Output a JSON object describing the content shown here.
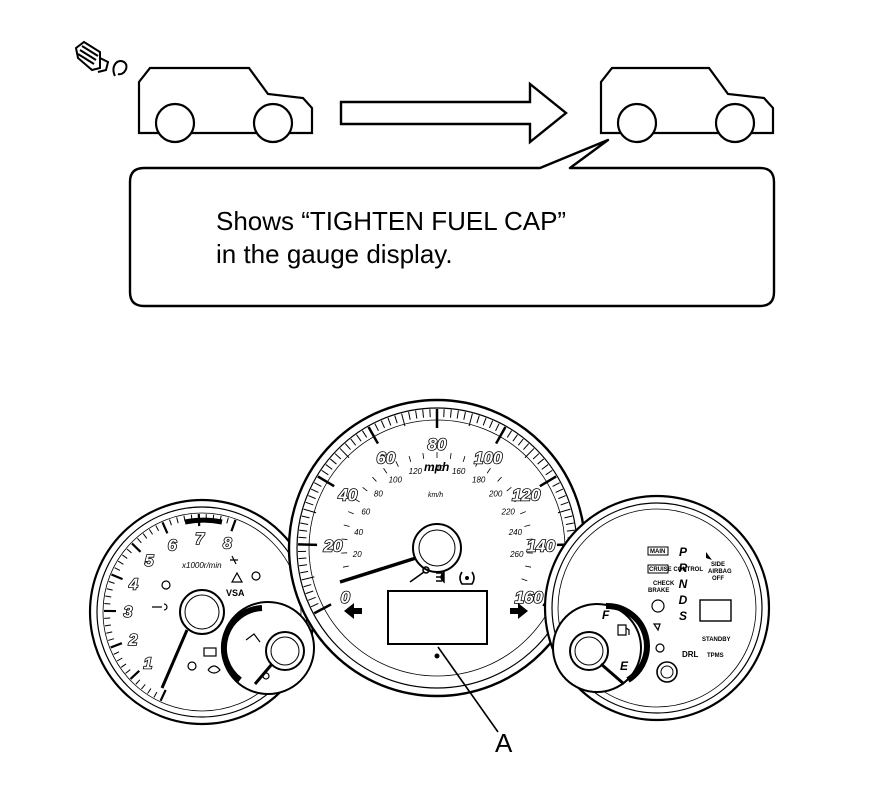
{
  "caption": {
    "line1": "Shows “TIGHTEN FUEL CAP”",
    "line2": "in the gauge display."
  },
  "callout": {
    "label": "A"
  },
  "speedometer": {
    "unit_mph": "mph",
    "unit_kmh": "km/h",
    "mph_ticks": [
      "0",
      "20",
      "40",
      "60",
      "80",
      "100",
      "120",
      "140",
      "160"
    ],
    "kmh_ticks": [
      "20",
      "40",
      "60",
      "80",
      "100",
      "120",
      "140",
      "160",
      "180",
      "200",
      "220",
      "240",
      "260"
    ]
  },
  "tachometer": {
    "unit": "x1000r/min",
    "ticks": [
      "1",
      "2",
      "3",
      "4",
      "5",
      "6",
      "7",
      "8"
    ],
    "vsa_label": "VSA"
  },
  "right_cluster": {
    "gears": [
      "P",
      "R",
      "N",
      "D",
      "S"
    ],
    "fuel_full": "F",
    "fuel_empty": "E",
    "labels": {
      "brake": "BRAKE",
      "drl": "DRL",
      "tpms": "TPMS",
      "side_airbag_off": [
        "SIDE",
        "AIRBAG",
        "OFF"
      ],
      "standby": "STANDBY",
      "check": "CHECK",
      "cruise_main": "MAIN",
      "cruise_control": "CRUISE CONTROL"
    }
  },
  "icons": [
    "fuel-cap-icon",
    "car-icon",
    "arrow-right-icon",
    "wrench-icon",
    "headlight-icon",
    "tpms-icon",
    "turn-left-icon",
    "turn-right-icon"
  ]
}
